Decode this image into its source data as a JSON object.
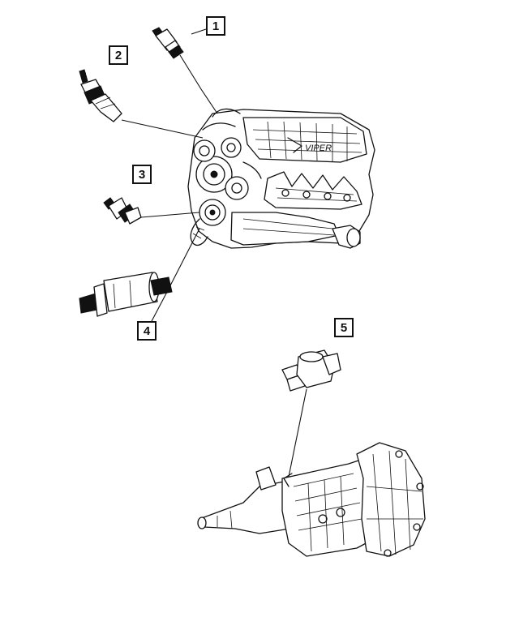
{
  "callouts": [
    {
      "id": "1",
      "label": "1"
    },
    {
      "id": "2",
      "label": "2"
    },
    {
      "id": "3",
      "label": "3"
    },
    {
      "id": "4",
      "label": "4"
    },
    {
      "id": "5",
      "label": "5"
    }
  ],
  "engine_logo": "VIPER"
}
